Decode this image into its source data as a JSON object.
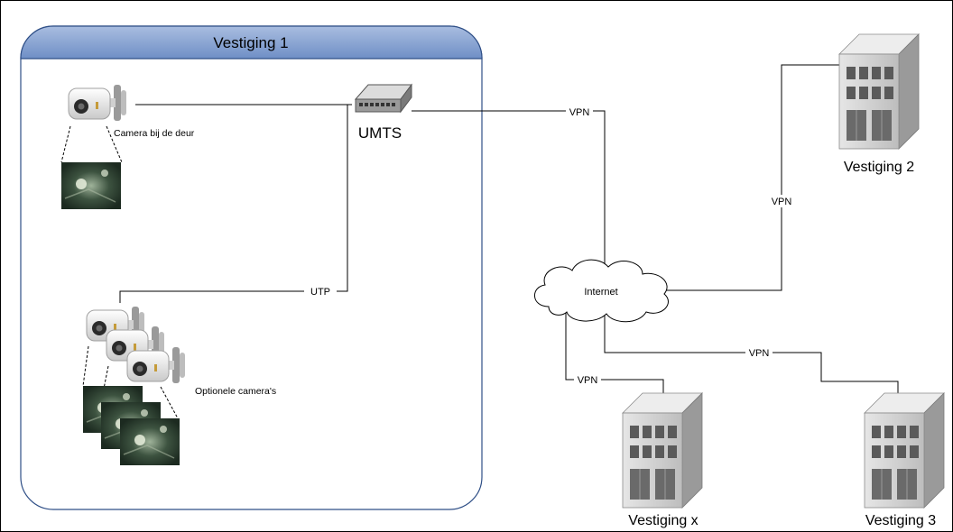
{
  "site1": {
    "title": "Vestiging 1"
  },
  "devices": {
    "door_camera": {
      "label": "Camera bij de deur"
    },
    "optional_cameras": {
      "label": "Optionele camera's"
    },
    "router": {
      "label": "UMTS"
    },
    "internet": {
      "label": "Internet"
    }
  },
  "sites": {
    "site2": {
      "label": "Vestiging 2"
    },
    "site_x": {
      "label": "Vestiging x"
    },
    "site3": {
      "label": "Vestiging 3"
    }
  },
  "links": {
    "utp": "UTP",
    "vpn_top": "VPN",
    "vpn_site2": "VPN",
    "vpn_site3": "VPN",
    "vpn_site_x": "VPN"
  },
  "colors": {
    "site_header": "#7f9ccf",
    "site_border": "#2f4f87",
    "building_front": "#d6d6d6",
    "building_side": "#8c8c8c",
    "window": "#555555"
  }
}
